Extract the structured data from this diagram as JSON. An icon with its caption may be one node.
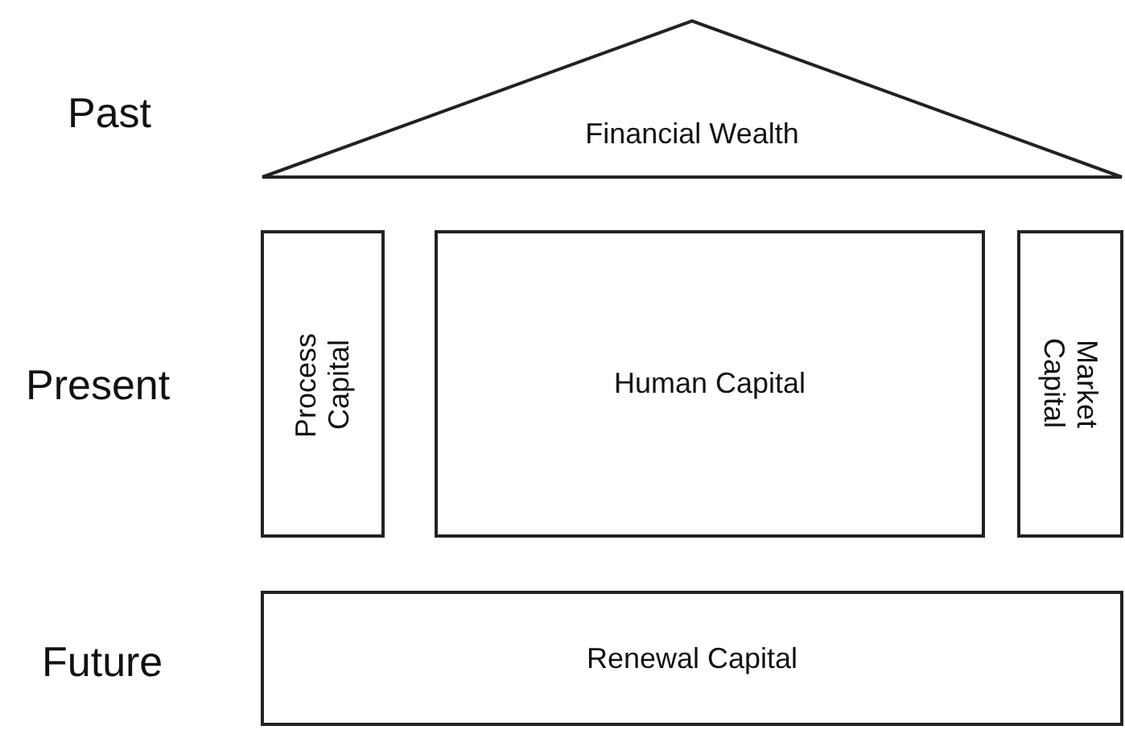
{
  "diagram": {
    "nodes": [
      {
        "text": [
          "Financial Wealth"
        ]
      },
      {
        "text": [
          "Process Capital"
        ]
      },
      {
        "text": [
          "Human Capital"
        ]
      },
      {
        "text": [
          "Market Capital"
        ]
      },
      {
        "text": [
          "Renewal Capital"
        ]
      }
    ],
    "labels": [
      "Past",
      "Present",
      "Future"
    ]
  }
}
